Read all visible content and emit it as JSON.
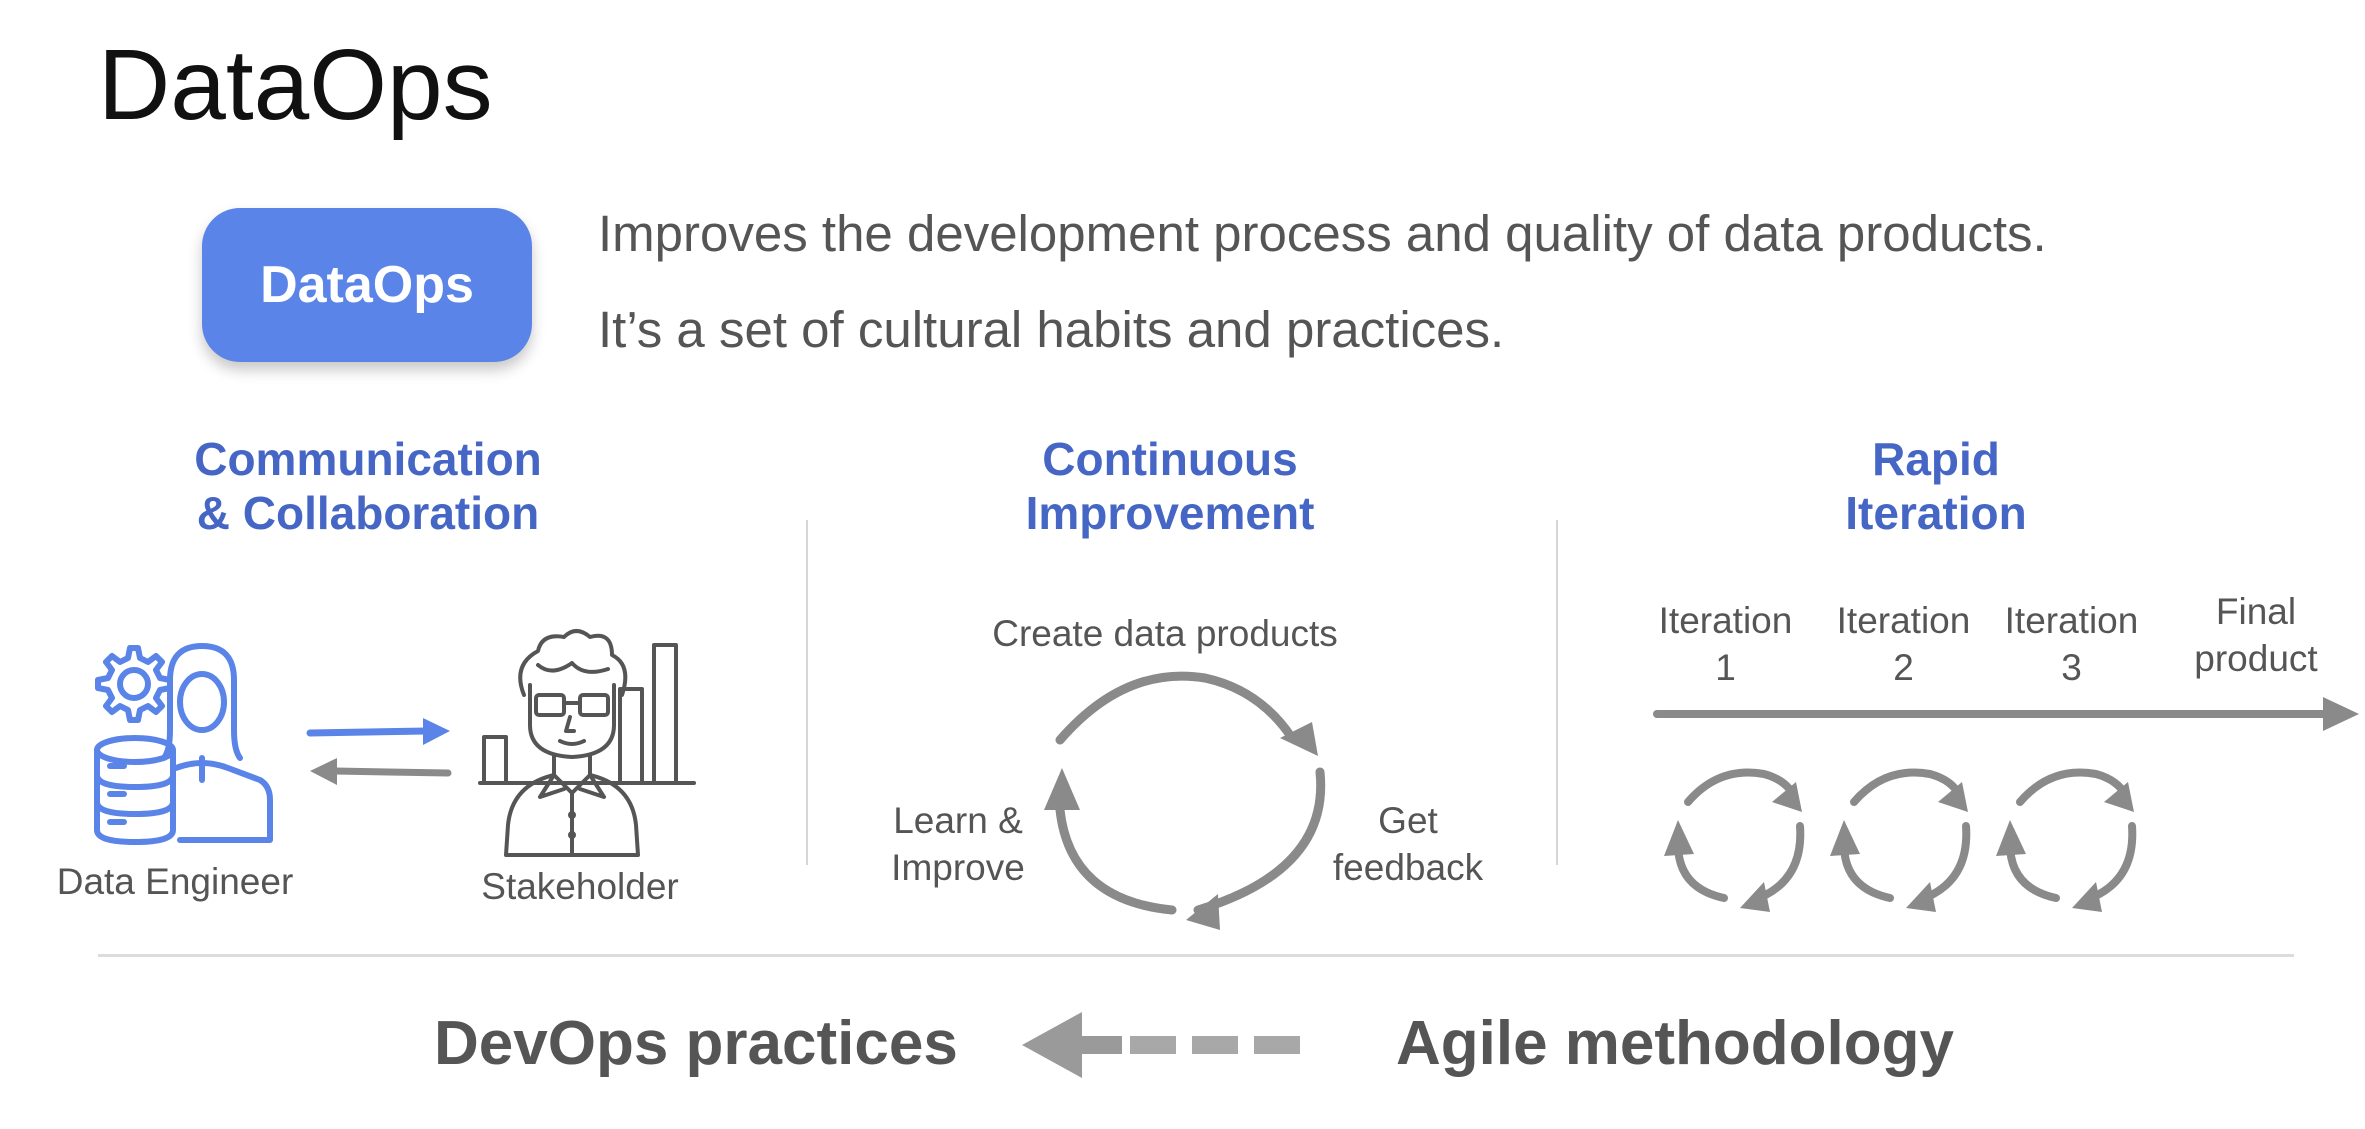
{
  "title": "DataOps",
  "badge": {
    "label": "DataOps"
  },
  "intro": {
    "line1": "Improves the development process and quality of data products.",
    "line2": "It’s a set of cultural habits and practices."
  },
  "sections": {
    "communication": {
      "title_line1": "Communication",
      "title_line2": "& Collaboration",
      "data_engineer_label": "Data Engineer",
      "stakeholder_label": "Stakeholder"
    },
    "continuous": {
      "title_line1": "Continuous",
      "title_line2": "Improvement",
      "create_label": "Create data products",
      "feedback_line1": "Get",
      "feedback_line2": "feedback",
      "learn_line1": "Learn &",
      "learn_line2": "Improve"
    },
    "rapid": {
      "title_line1": "Rapid",
      "title_line2": "Iteration",
      "iter1_line1": "Iteration",
      "iter1_line2": "1",
      "iter2_line1": "Iteration",
      "iter2_line2": "2",
      "iter3_line1": "Iteration",
      "iter3_line2": "3",
      "final_line1": "Final",
      "final_line2": "product"
    }
  },
  "bottom": {
    "devops": "DevOps practices",
    "agile": "Agile methodology"
  },
  "colors": {
    "accent_blue": "#5b84e8",
    "heading_blue": "#4566c4",
    "gray_arrow": "#8a8a8a",
    "text_gray": "#555555"
  }
}
